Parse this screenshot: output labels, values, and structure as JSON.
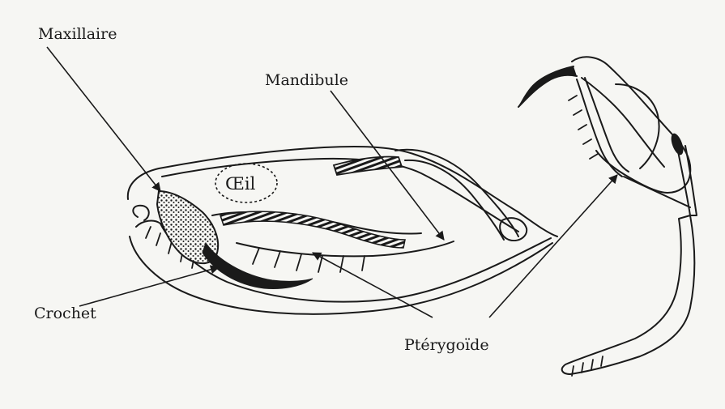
{
  "labels": {
    "maxillaire": "Maxillaire",
    "mandibule": "Mandibule",
    "oeil": "Œil",
    "crochet": "Crochet",
    "pterygoide": "Ptérygoïde"
  },
  "colors": {
    "ink": "#1a1a1a",
    "paper": "#f6f6f3"
  }
}
